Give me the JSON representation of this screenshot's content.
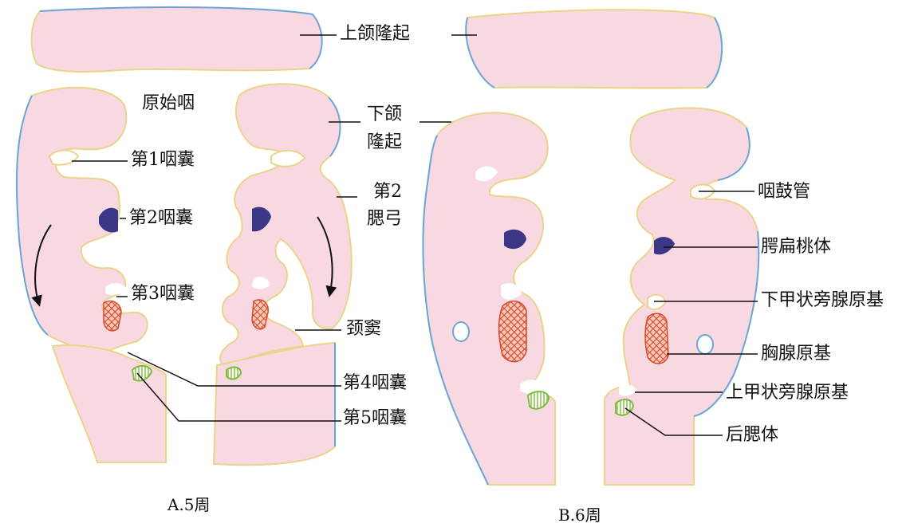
{
  "labels": {
    "maxillary_prominence": "上颌隆起",
    "primitive_pharynx": "原始咽",
    "mandibular_prominence_line1": "下颌",
    "mandibular_prominence_line2": "隆起",
    "pouch1": "第1咽囊",
    "pouch2": "第2咽囊",
    "arch2_line1": "第2",
    "arch2_line2": "腮弓",
    "pouch3": "第3咽囊",
    "cervical_sinus": "颈窦",
    "pouch4": "第4咽囊",
    "pouch5": "第5咽囊",
    "tympanic_tube": "咽鼓管",
    "palatine_tonsil": "腭扁桃体",
    "inferior_parathyroid": "下甲状旁腺原基",
    "thymus_primordium": "胸腺原基",
    "superior_parathyroid": "上甲状旁腺原基",
    "ultimobranchial_body": "后腮体",
    "caption_a": "A.5周",
    "caption_b": "B.6周"
  },
  "colors": {
    "tissue": "#f8d9e2",
    "tissue_outline": "#e9d48a",
    "outer_edge": "#6aa5db",
    "tonsil": "#3b3686",
    "thymus": "#d9482b",
    "parathyroid": "#7dbb3c"
  }
}
